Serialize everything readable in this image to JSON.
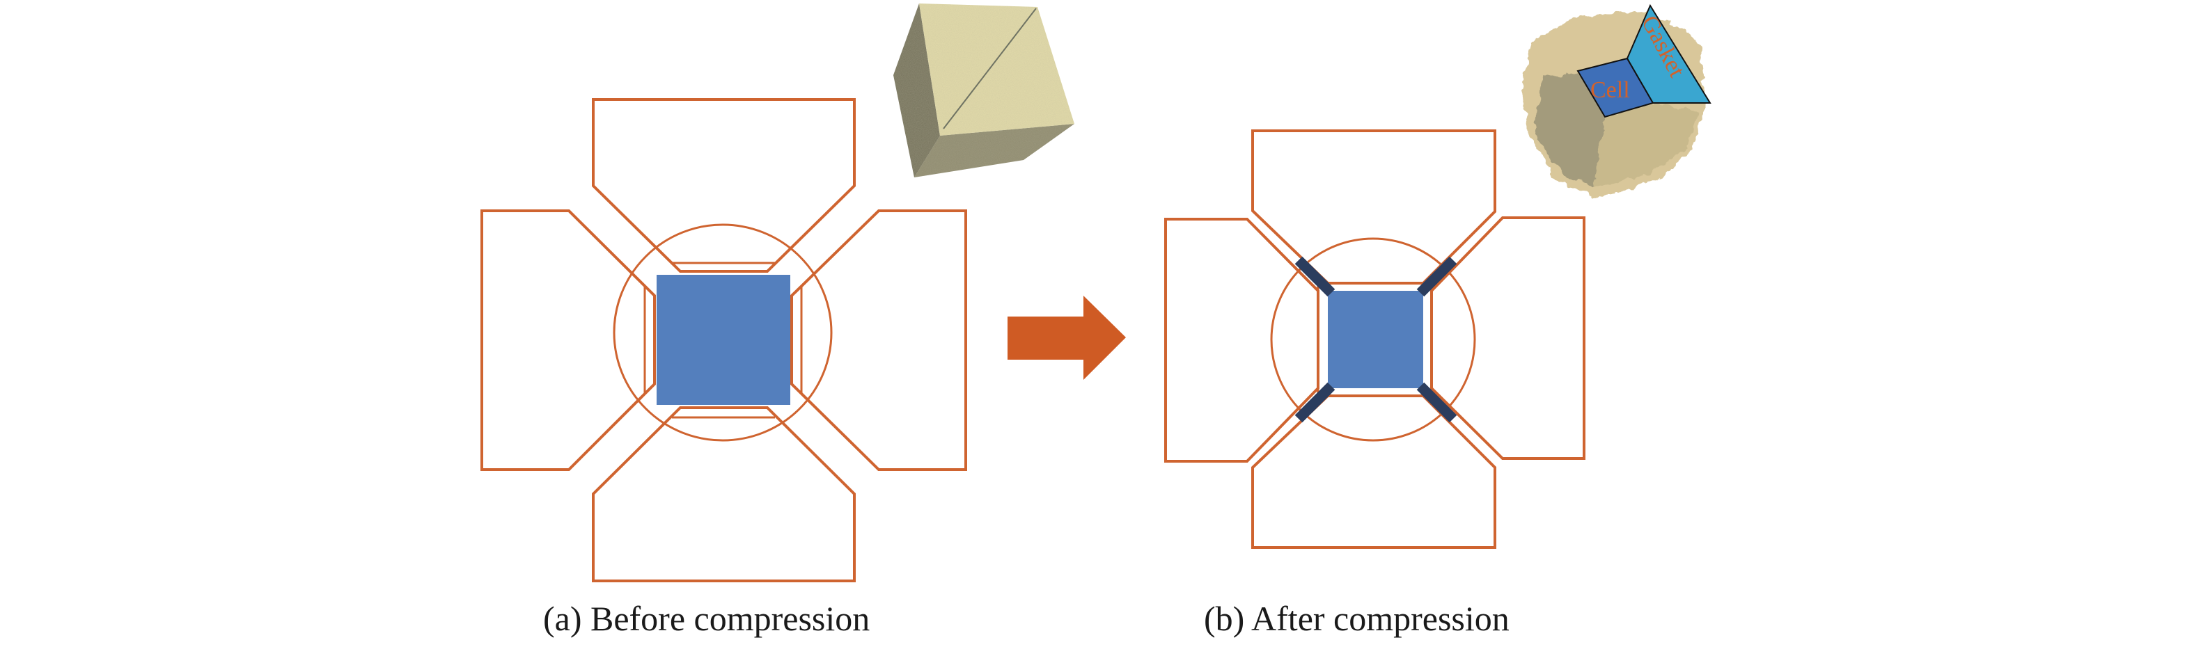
{
  "figure": {
    "panels": [
      {
        "id": "a",
        "caption": "(a) Before compression",
        "state": "before"
      },
      {
        "id": "b",
        "caption": "(b) After compression",
        "state": "after"
      }
    ],
    "cube_labels": {
      "cell": "Cell",
      "gasket": "Gasket"
    },
    "colors": {
      "anvil_outline": "#cf6430",
      "sample_cell": "#547fbd",
      "gasket": "#2b3d5e",
      "arrow": "#cf5b24",
      "cell_face": "#3e6fb8",
      "gasket_face": "#3aa6d0",
      "label_text": "#d2622b"
    }
  }
}
